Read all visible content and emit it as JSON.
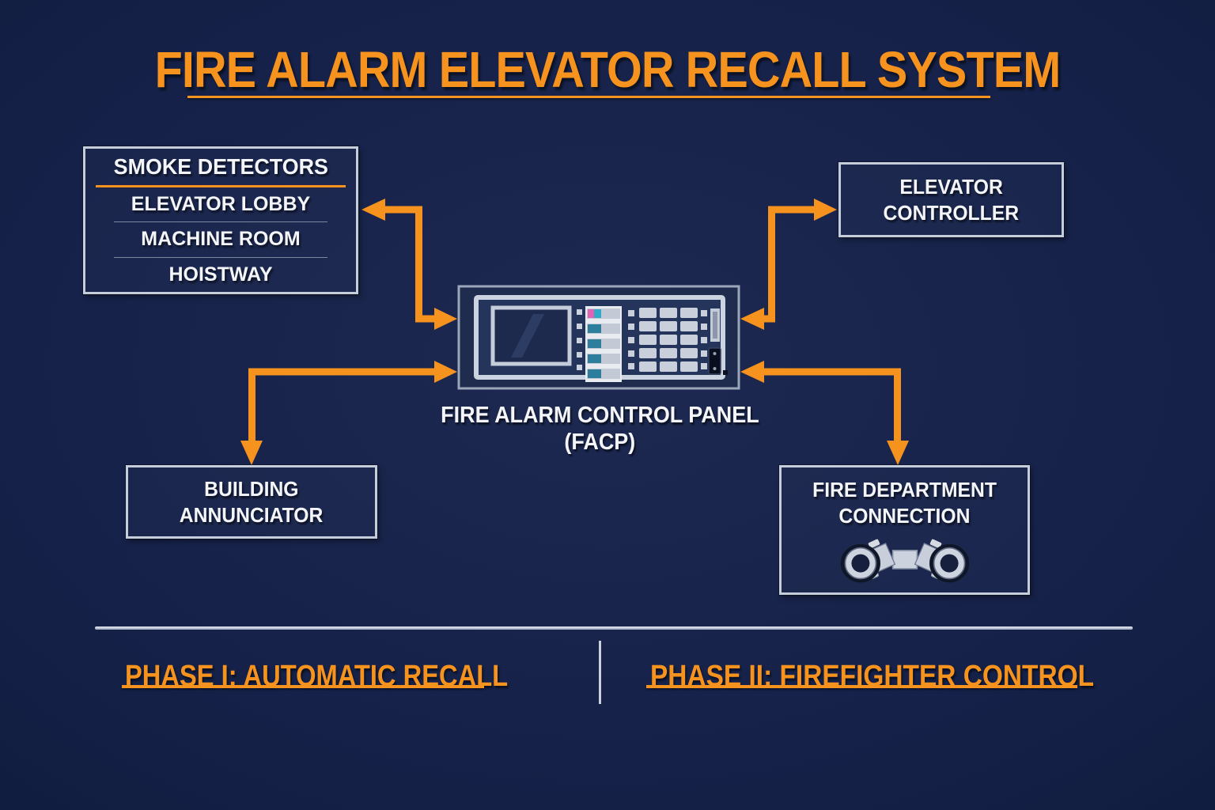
{
  "title": "FIRE ALARM ELEVATOR RECALL SYSTEM",
  "smoke_detectors": {
    "title": "SMOKE DETECTORS",
    "items": [
      "ELEVATOR LOBBY",
      "MACHINE ROOM",
      "HOISTWAY"
    ]
  },
  "elevator_controller": {
    "lines": [
      "ELEVATOR",
      "CONTROLLER"
    ]
  },
  "building_annunciator": {
    "lines": [
      "BUILDING",
      "ANNUNCIATOR"
    ]
  },
  "fire_department_connection": {
    "lines": [
      "FIRE DEPARTMENT",
      "CONNECTION"
    ],
    "icon": "siamese-hose-connection-icon"
  },
  "facp": {
    "label": "FIRE ALARM CONTROL PANEL",
    "abbr": "(FACP)",
    "icon": "fire-alarm-control-panel-graphic"
  },
  "phases": {
    "phase1": "PHASE I: AUTOMATIC RECALL",
    "phase2": "PHASE II: FIREFIGHTER CONTROL"
  },
  "colors": {
    "background": "#16224a",
    "accent_orange": "#f6921e",
    "border_light": "#c5cdda",
    "text_white": "#f3f5f9"
  }
}
